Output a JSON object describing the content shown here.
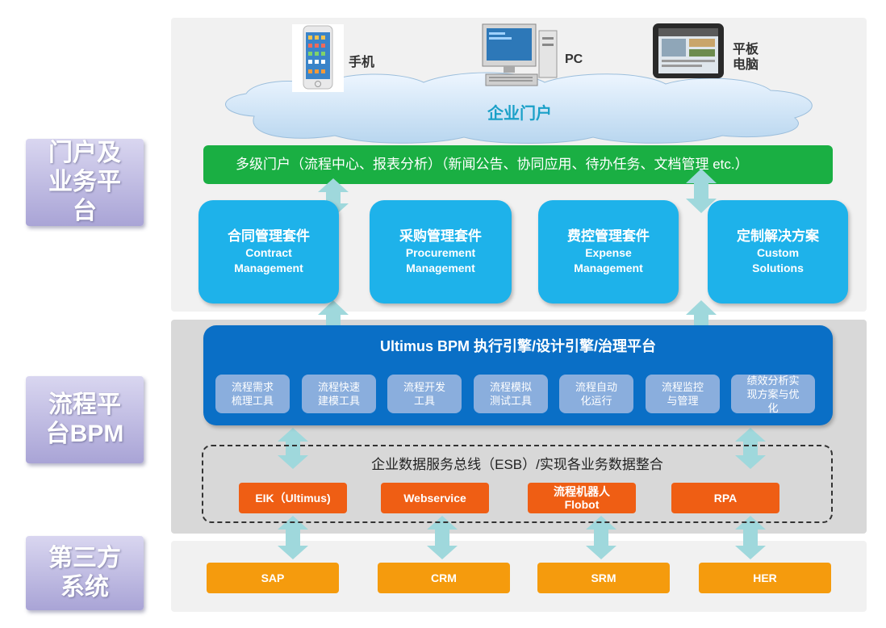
{
  "layers": {
    "portal": "门户及业务平台",
    "bpm": "流程平台BPM",
    "third_party": "第三方系统"
  },
  "devices": {
    "phone": "手机",
    "pc": "PC",
    "tablet_line1": "平板",
    "tablet_line2": "电脑"
  },
  "enterprise_portal": "企业门户",
  "multi_portal": "多级门户（流程中心、报表分析）（新闻公告、协同应用、待办任务、文档管理 etc.）",
  "suites": [
    {
      "cn": "合同管理套件",
      "en1": "Contract",
      "en2": "Management"
    },
    {
      "cn": "采购管理套件",
      "en1": "Procurement",
      "en2": "Management"
    },
    {
      "cn": "费控管理套件",
      "en1": "Expense",
      "en2": "Management"
    },
    {
      "cn": "定制解决方案",
      "en1": "Custom",
      "en2": "Solutions"
    }
  ],
  "bpm_title": "Ultimus BPM 执行引擎/设计引擎/治理平台",
  "tools": [
    {
      "l1": "流程需求",
      "l2": "梳理工具",
      "l3": ""
    },
    {
      "l1": "流程快速",
      "l2": "建模工具",
      "l3": ""
    },
    {
      "l1": "流程开发",
      "l2": "工具",
      "l3": ""
    },
    {
      "l1": "流程模拟",
      "l2": "测试工具",
      "l3": ""
    },
    {
      "l1": "流程自动",
      "l2": "化运行",
      "l3": ""
    },
    {
      "l1": "流程监控",
      "l2": "与管理",
      "l3": ""
    },
    {
      "l1": "绩效分析实",
      "l2": "现方案与优",
      "l3": "化"
    }
  ],
  "esb_title": "企业数据服务总线（ESB）/实现各业务数据整合",
  "integrations": [
    {
      "l1": "EIK（Ultimus)",
      "l2": ""
    },
    {
      "l1": "Webservice",
      "l2": ""
    },
    {
      "l1": "流程机器人",
      "l2": "Flobot"
    },
    {
      "l1": "RPA",
      "l2": ""
    }
  ],
  "systems": [
    "SAP",
    "CRM",
    "SRM",
    "HER"
  ],
  "colors": {
    "green": "#1aaf43",
    "suite_blue": "#1eb2ea",
    "bpm_blue": "#0a6fc6",
    "orange": "#ef5e14",
    "amber": "#f59b0d",
    "arrow": "#9fd8dc"
  }
}
